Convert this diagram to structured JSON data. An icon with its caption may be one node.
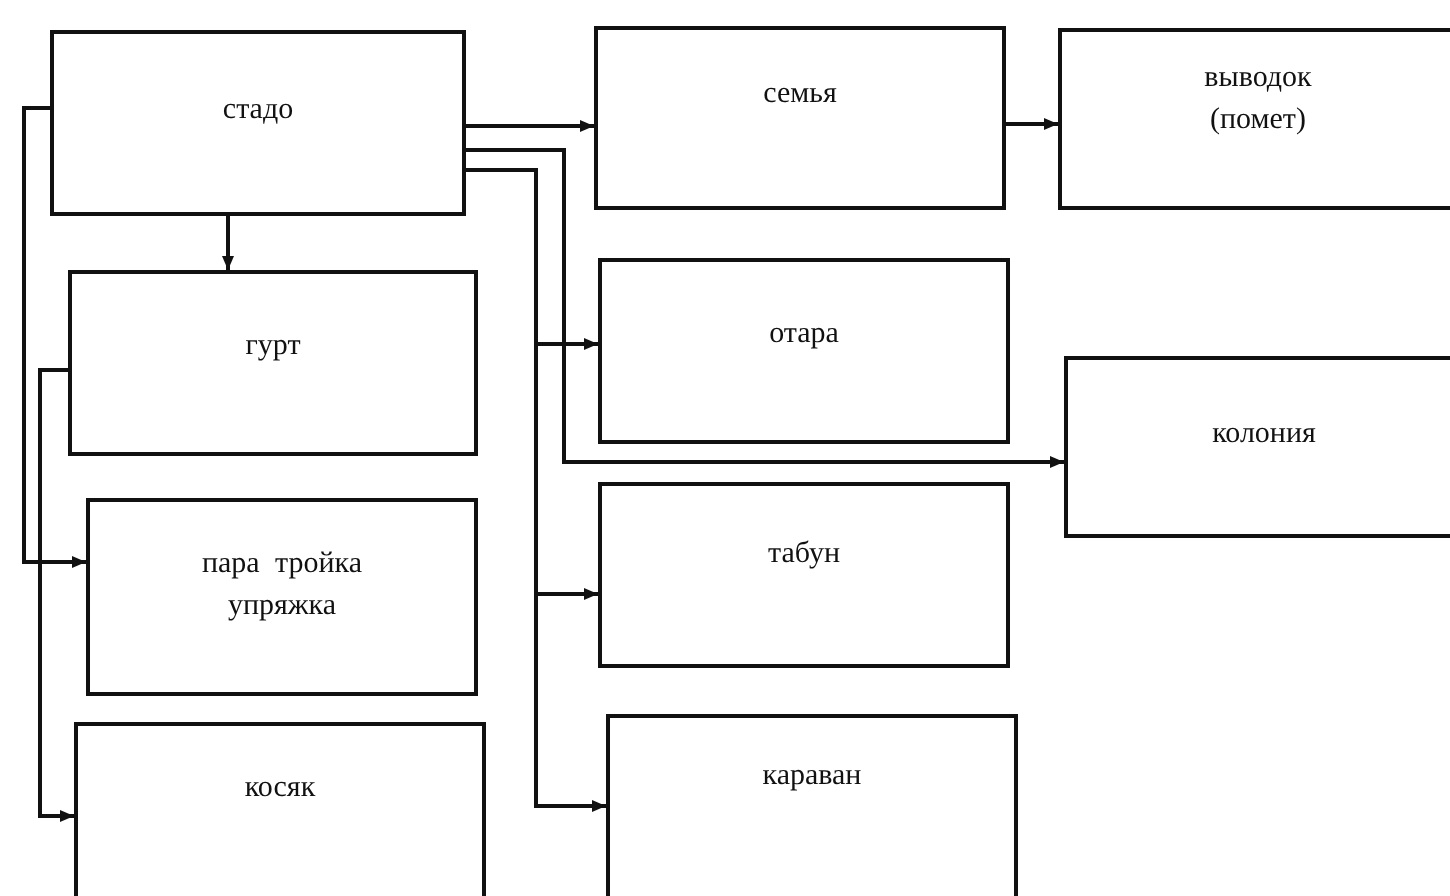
{
  "diagram": {
    "nodes": [
      {
        "text": [
          "стадо"
        ]
      },
      {
        "text": [
          "семья"
        ]
      },
      {
        "text": [
          "выводок (помет)"
        ]
      },
      {
        "text": [
          "гурт"
        ]
      },
      {
        "text": [
          "отара"
        ]
      },
      {
        "text": [
          "колония"
        ]
      },
      {
        "text": [
          "пара тройка упряжка"
        ]
      },
      {
        "text": [
          "табун"
        ]
      },
      {
        "text": [
          "косяк"
        ]
      },
      {
        "text": [
          "караван"
        ]
      }
    ],
    "edges": [
      {
        "from": 0,
        "to": 1,
        "arrow": "to"
      },
      {
        "from": 1,
        "to": 2,
        "arrow": "to"
      },
      {
        "from": 0,
        "to": 3,
        "arrow": "to"
      },
      {
        "from": 0,
        "to": 4,
        "arrow": "to"
      },
      {
        "from": 0,
        "to": 5,
        "arrow": "to"
      },
      {
        "from": 0,
        "to": 6,
        "arrow": "to"
      },
      {
        "from": 0,
        "to": 7,
        "arrow": "to"
      },
      {
        "from": 0,
        "to": 9,
        "arrow": "to"
      },
      {
        "from": 3,
        "to": 8,
        "arrow": "to"
      }
    ]
  }
}
